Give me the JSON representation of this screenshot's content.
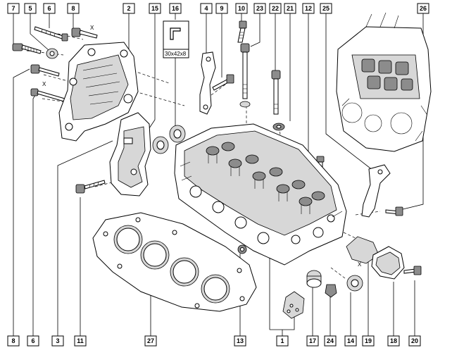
{
  "callouts_top": [
    {
      "id": "c7",
      "label": "7"
    },
    {
      "id": "c5",
      "label": "5"
    },
    {
      "id": "c6",
      "label": "6"
    },
    {
      "id": "c8",
      "label": "8"
    },
    {
      "id": "c2",
      "label": "2"
    },
    {
      "id": "c15",
      "label": "15"
    },
    {
      "id": "c16",
      "label": "16"
    },
    {
      "id": "c4",
      "label": "4"
    },
    {
      "id": "c9",
      "label": "9"
    },
    {
      "id": "c10",
      "label": "10"
    },
    {
      "id": "c23",
      "label": "23"
    },
    {
      "id": "c22",
      "label": "22"
    },
    {
      "id": "c21",
      "label": "21"
    },
    {
      "id": "c12",
      "label": "12"
    },
    {
      "id": "c25",
      "label": "25"
    },
    {
      "id": "c26",
      "label": "26"
    }
  ],
  "callouts_bottom": [
    {
      "id": "b8",
      "label": "8"
    },
    {
      "id": "b6",
      "label": "6"
    },
    {
      "id": "b3",
      "label": "3"
    },
    {
      "id": "b11",
      "label": "11"
    },
    {
      "id": "b27",
      "label": "27"
    },
    {
      "id": "b13",
      "label": "13"
    },
    {
      "id": "b1",
      "label": "1"
    },
    {
      "id": "b17",
      "label": "17"
    },
    {
      "id": "b24",
      "label": "24"
    },
    {
      "id": "b14",
      "label": "14"
    },
    {
      "id": "b19",
      "label": "19"
    },
    {
      "id": "b18",
      "label": "18"
    },
    {
      "id": "b20",
      "label": "20"
    }
  ],
  "annotations": {
    "seal_dimension": "30x42x8",
    "x_mark_1": "X",
    "x_mark_2": "X",
    "x_mark_3": "X"
  }
}
